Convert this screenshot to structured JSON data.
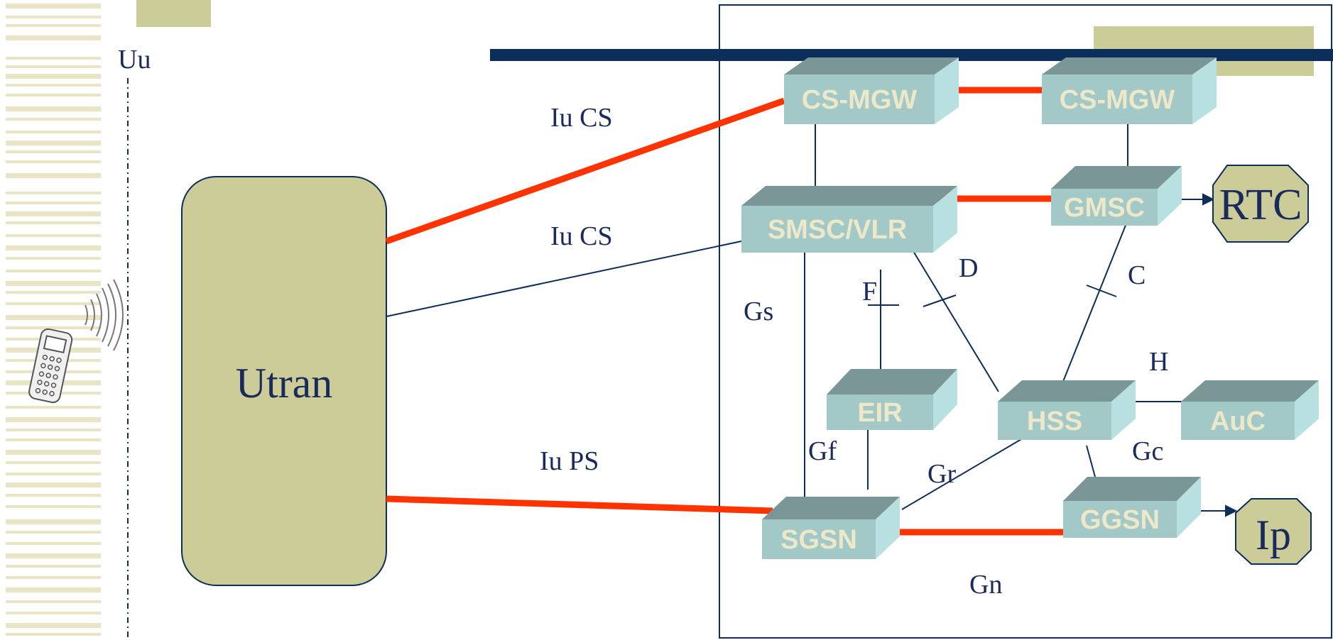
{
  "colors": {
    "stripe": "#e8e4c4",
    "olive": "#cccc99",
    "navy": "#0b2e5a",
    "red": "#ff3300",
    "box_face": "#a3c8c8",
    "box_top": "#7a9696",
    "box_side": "#b8e0e0",
    "box_text": "#ece8c8",
    "line": "#0b2e5a"
  },
  "labels": {
    "uu": "Uu",
    "iu_cs_1": "Iu CS",
    "iu_cs_2": "Iu CS",
    "iu_ps": "Iu PS",
    "gs": "Gs",
    "f": "F",
    "d": "D",
    "c": "C",
    "h": "H",
    "gf": "Gf",
    "gr": "Gr",
    "gc": "Gc",
    "gn": "Gn"
  },
  "utran": {
    "label": "Utran"
  },
  "nodes": {
    "cs_mgw_1": "CS-MGW",
    "cs_mgw_2": "CS-MGW",
    "smsc_vlr": "SMSC/VLR",
    "gmsc": "GMSC",
    "eir": "EIR",
    "hss": "HSS",
    "auc": "AuC",
    "sgsn": "SGSN",
    "ggsn": "GGSN"
  },
  "external": {
    "rtc": "RTC",
    "ip": "Ip"
  },
  "icons": {
    "phone": "mobile-phone-icon",
    "waves": "radio-waves-icon"
  }
}
